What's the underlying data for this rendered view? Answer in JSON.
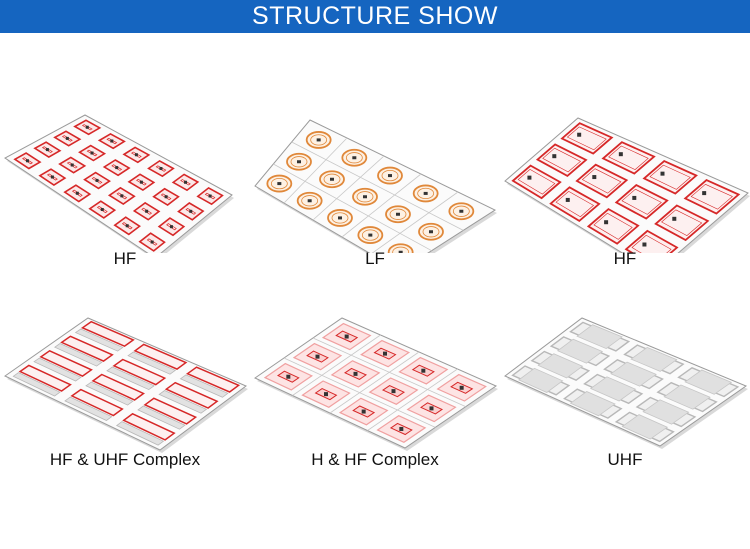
{
  "header": {
    "title": "STRUCTURE SHOW",
    "color": "#1565c0"
  },
  "panels": [
    {
      "label": "HF",
      "type": "hf-small"
    },
    {
      "label": "LF",
      "type": "lf"
    },
    {
      "label": "HF",
      "type": "hf-large"
    },
    {
      "label": "HF & UHF Complex",
      "type": "hf-uhf"
    },
    {
      "label": "H & HF Complex",
      "type": "h-hf"
    },
    {
      "label": "UHF",
      "type": "uhf"
    }
  ],
  "colors": {
    "antenna_red": "#d62828",
    "antenna_orange": "#e0883a",
    "uhf_gray": "#b8b8b8",
    "sheet_border": "#9a9a9a"
  }
}
